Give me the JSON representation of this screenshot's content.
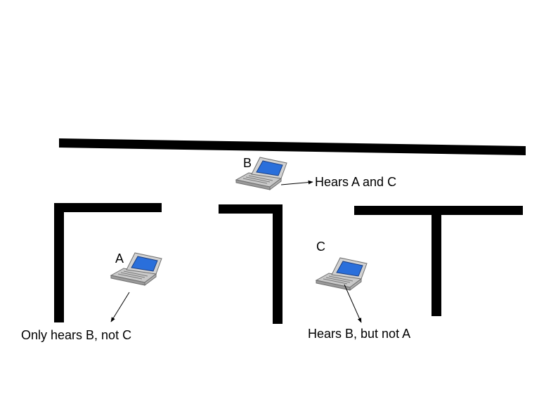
{
  "nodes": {
    "a": {
      "letter": "A",
      "note": "Only hears B, not C"
    },
    "b": {
      "letter": "B",
      "note": "Hears A and C"
    },
    "c": {
      "letter": "C",
      "note": "Hears B, but not A"
    }
  },
  "colors": {
    "wall": "#000000",
    "screen": "#2a6fdb",
    "laptop_body": "#c8c8c8",
    "laptop_edge": "#6e6e6e",
    "text": "#000000"
  },
  "icons": {
    "node": "laptop-icon",
    "arrow": "arrowhead-icon"
  }
}
